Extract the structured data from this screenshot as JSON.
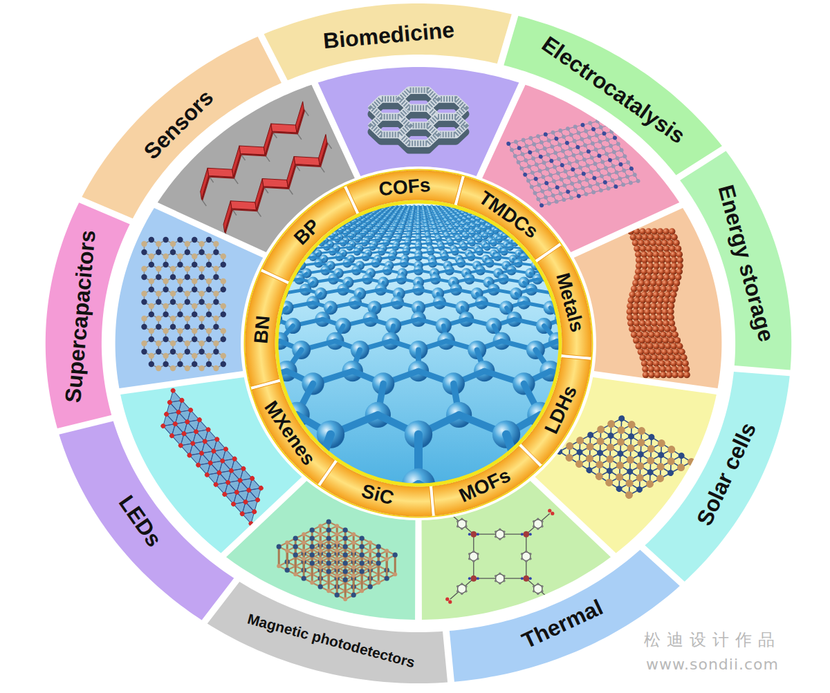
{
  "diagram": {
    "nodes": [
      {
        "text": [
          "Biomedicine"
        ]
      },
      {
        "text": [
          "Electrocatalysis"
        ]
      },
      {
        "text": [
          "Energy storage"
        ]
      },
      {
        "text": [
          "Solar cells"
        ]
      },
      {
        "text": [
          "Thermal"
        ]
      },
      {
        "text": [
          "Magnetic photodetectors"
        ]
      },
      {
        "text": [
          "LEDs"
        ]
      },
      {
        "text": [
          "Supercapacitors"
        ]
      },
      {
        "text": [
          "Sensors"
        ]
      },
      {
        "text": [
          "COFs"
        ]
      },
      {
        "text": [
          "TMDCs"
        ]
      },
      {
        "text": [
          "Metals"
        ]
      },
      {
        "text": [
          "LDHs"
        ]
      },
      {
        "text": [
          "MOFs"
        ]
      },
      {
        "text": [
          "SiC"
        ]
      },
      {
        "text": [
          "MXenes"
        ]
      },
      {
        "text": [
          "BN"
        ]
      },
      {
        "text": [
          "BP"
        ]
      }
    ],
    "labels": [
      "松迪设计作品",
      "www.sondii.com"
    ]
  }
}
